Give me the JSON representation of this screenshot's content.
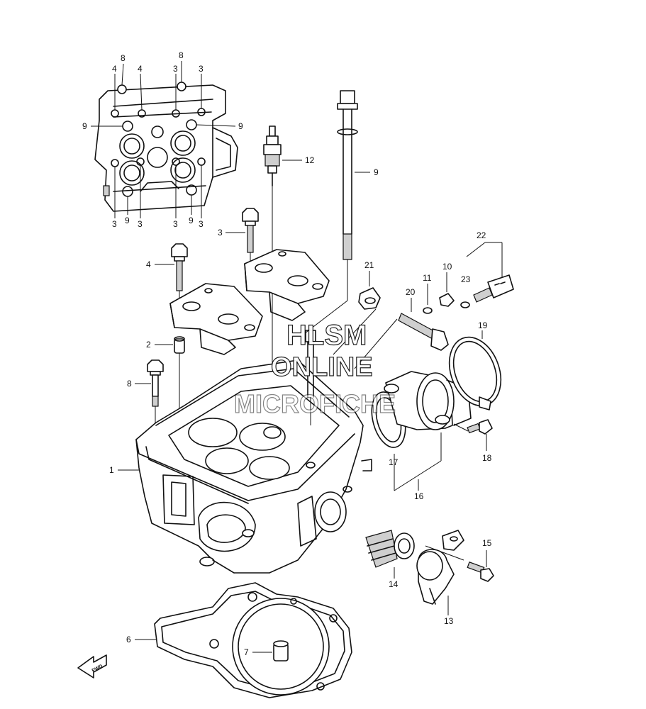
{
  "watermark": {
    "line1": "HLSM",
    "line2": "ONLINE",
    "line3": "MICROFICHE"
  },
  "fwd_arrow": {
    "label": "FWD"
  },
  "callouts": {
    "top_view": {
      "top_left_8": "8",
      "top_right_8": "8",
      "tl_4a": "4",
      "tl_4b": "4",
      "tr_3a": "3",
      "tr_3b": "3",
      "left_9": "9",
      "right_9": "9",
      "bot_3a": "3",
      "bot_9a": "9",
      "bot_3b": "3",
      "bot_3c": "3",
      "bot_9b": "9",
      "bot_3d": "3"
    },
    "part_1": "1",
    "part_2": "2",
    "part_3": "3",
    "part_4": "4",
    "part_6": "6",
    "part_7": "7",
    "part_8": "8",
    "part_9": "9",
    "part_10": "10",
    "part_11": "11",
    "part_12": "12",
    "part_13": "13",
    "part_14": "14",
    "part_15": "15",
    "part_16": "16",
    "part_17": "17",
    "part_18": "18",
    "part_19": "19",
    "part_20": "20",
    "part_21": "21",
    "part_22": "22",
    "part_23": "23"
  }
}
